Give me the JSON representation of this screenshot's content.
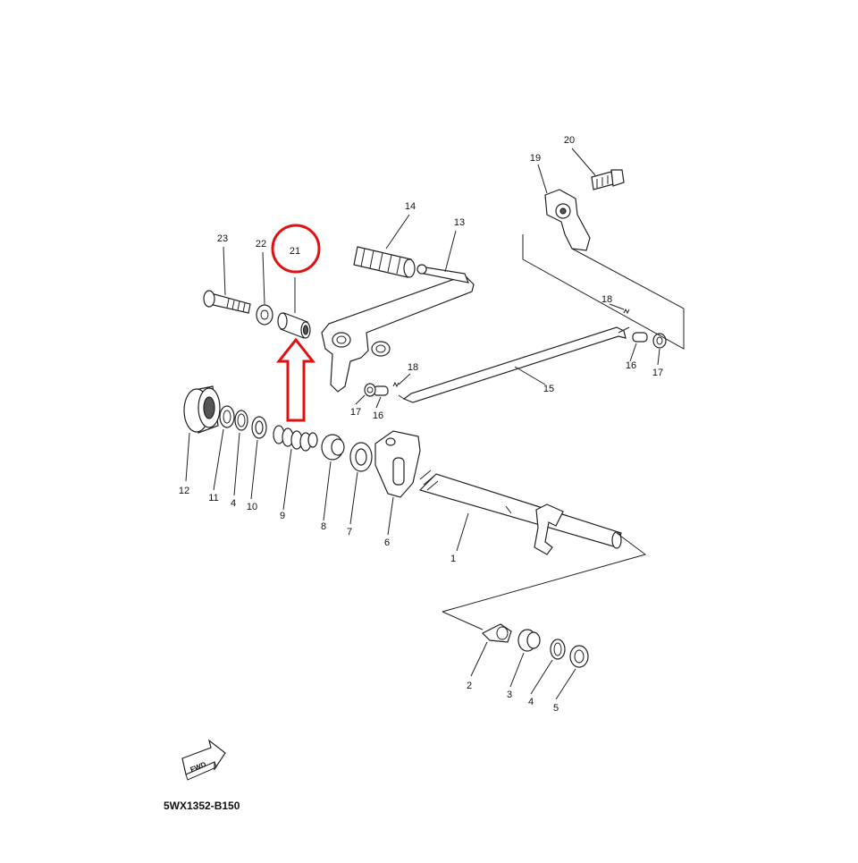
{
  "diagram": {
    "catalog_code": "5WX1352-B150",
    "fwd_label": "FWD",
    "highlight_color": "#e31010",
    "highlighted_part": "21",
    "callouts": [
      "1",
      "2",
      "3",
      "4",
      "4",
      "5",
      "6",
      "7",
      "8",
      "9",
      "10",
      "11",
      "12",
      "13",
      "14",
      "15",
      "16",
      "16",
      "17",
      "17",
      "18",
      "18",
      "19",
      "20",
      "21",
      "22",
      "23"
    ]
  }
}
